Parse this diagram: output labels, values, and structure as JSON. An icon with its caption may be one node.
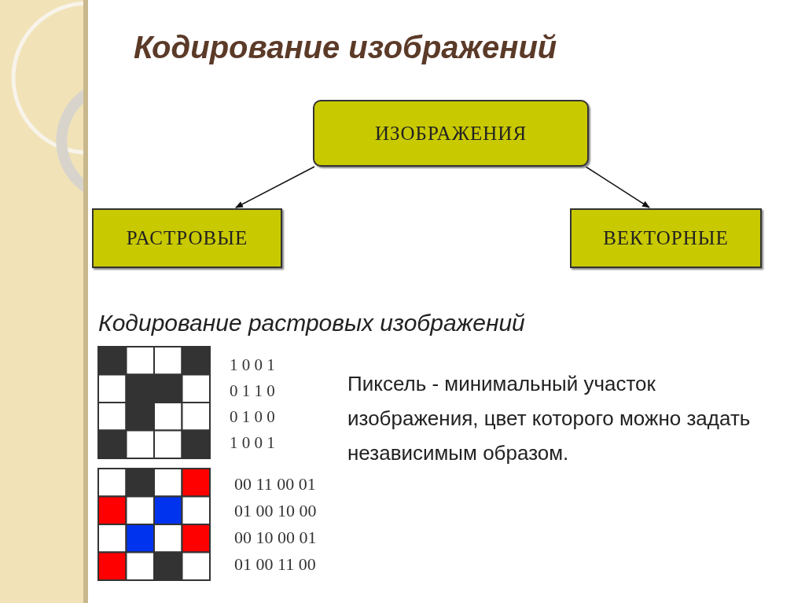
{
  "diagram": {
    "title": "Кодирование изображений",
    "nodes": [
      {
        "text": [
          "ИЗОБРАЖЕНИЯ"
        ]
      },
      {
        "text": [
          "РАСТРОВЫЕ"
        ]
      },
      {
        "text": [
          "ВЕКТОРНЫЕ"
        ]
      }
    ],
    "edges": [
      {
        "from": 0,
        "to": 1,
        "arrow": "to"
      },
      {
        "from": 0,
        "to": 2,
        "arrow": "to"
      }
    ],
    "labels": [
      "Кодирование растровых изображений",
      "1 0 0 1",
      "0 1 1 0",
      "0 1 0 0",
      "1 0 0 1",
      "Пиксель - минимальный участок изображения, цвет которого можно задать независимым образом.",
      "00 11 00 01",
      "01 00 10 00",
      "00 10 00 01",
      "01 00 11 00"
    ]
  }
}
